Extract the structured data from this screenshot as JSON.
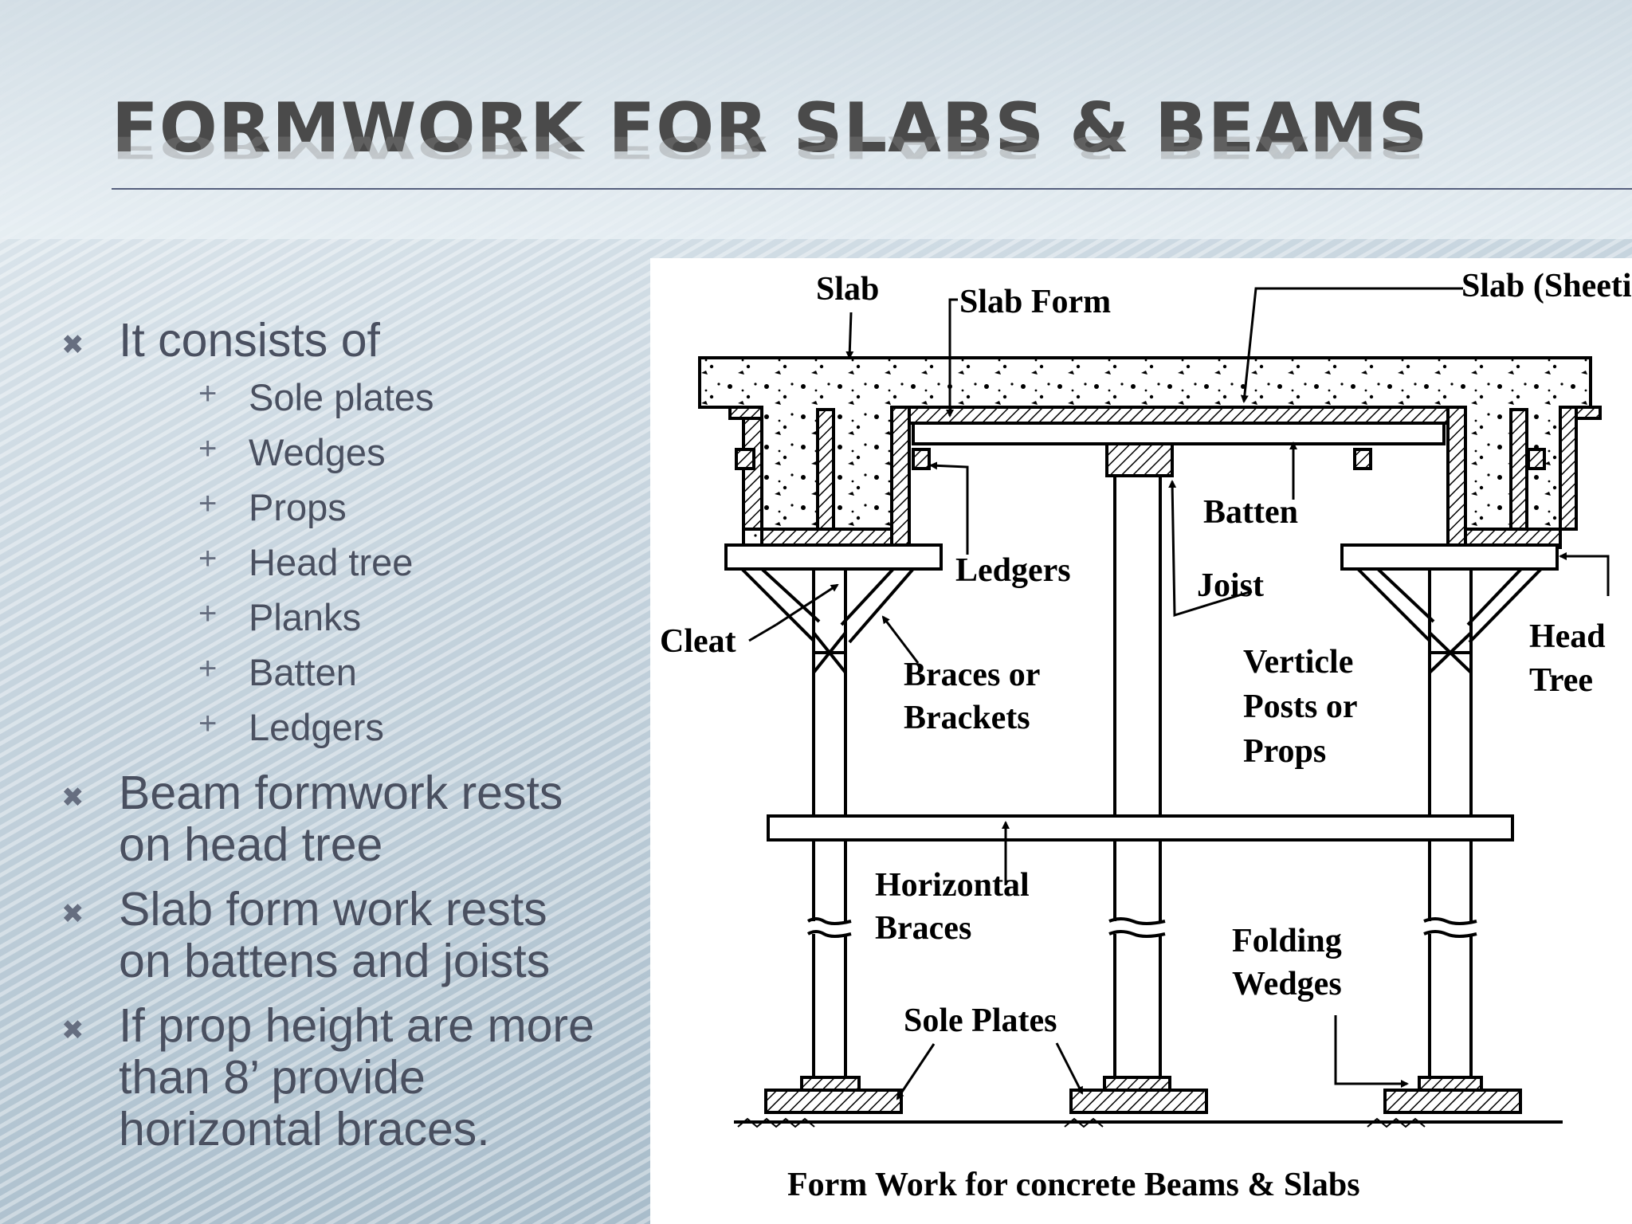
{
  "title": "FORMWORK FOR SLABS & BEAMS",
  "bullet_icon": "x-mark-icon",
  "sub_bullet_icon": "plus-icon",
  "bullets": [
    {
      "text": "It consists of",
      "subitems": [
        "Sole plates",
        "Wedges",
        "Props",
        "Head tree",
        "Planks",
        "Batten",
        "Ledgers"
      ]
    },
    {
      "lines": [
        "Beam formwork rests",
        "on head tree"
      ]
    },
    {
      "lines": [
        "Slab form work rests",
        "on battens and joists"
      ]
    },
    {
      "lines": [
        "If prop height are more",
        "than 8’ provide",
        "horizontal braces."
      ]
    }
  ],
  "figure": {
    "caption": "Form Work for concrete Beams & Slabs",
    "labels": {
      "slab": "Slab",
      "slab_form": "Slab Form",
      "slab_sheeting": "Slab (Sheeting)",
      "batten": "Batten",
      "ledgers": "Ledgers",
      "joist": "Joist",
      "head": "Head",
      "tree": "Tree",
      "cleat": "Cleat",
      "braces_or": "Braces or",
      "brackets": "Brackets",
      "verticle": "Verticle",
      "posts_or": "Posts or",
      "props": "Props",
      "horizontal": "Horizontal",
      "braces": "Braces",
      "folding": "Folding",
      "wedges": "Wedges",
      "sole_plates": "Sole Plates"
    }
  }
}
